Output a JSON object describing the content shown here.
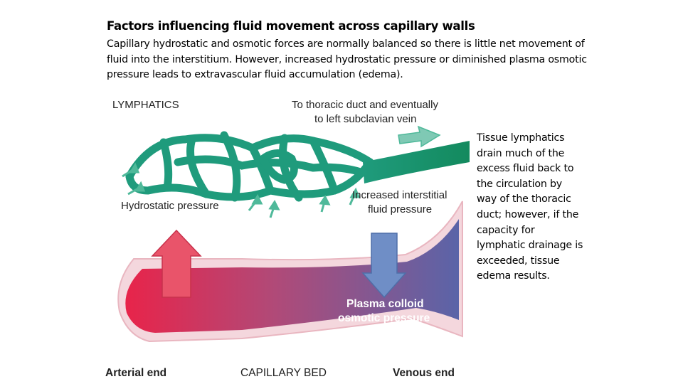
{
  "title": "Factors influencing fluid movement across capillary walls",
  "intro": "Capillary hydrostatic and osmotic forces are normally balanced so there is little net movement of fluid into the interstitium. However, increased hydrostatic pressure or diminished plasma osmotic pressure leads to extravascular fluid accumulation (edema).",
  "side_note": "Tissue lymphatics drain much of the excess fluid back to the circulation by way of the thoracic duct; however, if the capacity for lymphatic drainage is exceeded, tissue edema results.",
  "figure": {
    "lymphatics_label": "LYMPHATICS",
    "thoracic_label_1": "To thoracic duct and eventually",
    "thoracic_label_2": "to left subclavian vein",
    "hydrostatic_label": "Hydrostatic pressure",
    "interstitial_label_1": "Increased interstitial",
    "interstitial_label_2": "fluid pressure",
    "plasma_label_1": "Plasma colloid",
    "plasma_label_2": "osmotic pressure",
    "arterial_label": "Arterial end",
    "capillary_bed_label": "CAPILLARY BED",
    "venous_label": "Venous end",
    "colors": {
      "lymphatic": "#1f9b7c",
      "arterial": "#e5304f",
      "venous": "#5a64a8",
      "up_arrow": "#e0405a",
      "down_arrow": "#6a8cc4"
    }
  }
}
